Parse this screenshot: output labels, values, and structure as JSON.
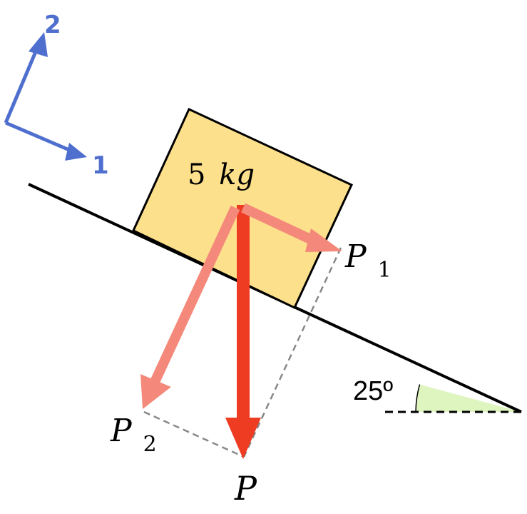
{
  "mass": {
    "number": "5",
    "unit": "kg"
  },
  "forces": {
    "total": {
      "symbol": "P"
    },
    "parallel": {
      "symbol": "P",
      "subscript": "1"
    },
    "perpendicular": {
      "symbol": "P",
      "subscript": "2"
    }
  },
  "axes": {
    "axis_1": "1",
    "axis_2": "2"
  },
  "incline": {
    "angle_label": "25º"
  },
  "colors": {
    "axes": "#4f6fcf",
    "block_fill": "#fde08b",
    "weight_arrow": "#ee3c23",
    "component_arrows": "#f4897b",
    "angle_fill": "#dff5c0"
  }
}
